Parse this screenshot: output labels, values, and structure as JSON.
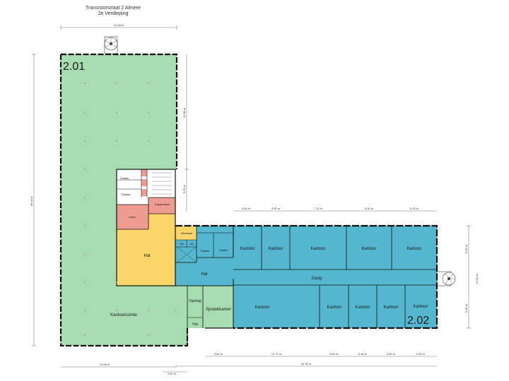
{
  "header": {
    "address": "Transistorstraat 2 Almere",
    "floor": "2e Verdieping"
  },
  "zones": {
    "zone1": "2.01",
    "zone2": "2.02"
  },
  "rooms": {
    "kantoorruimte": "Kantoorruimte",
    "hal_main": "Hal",
    "hal_mid": "Hal",
    "hal_small": "Hal",
    "toilet_1": "Toiletten",
    "toilet_2": "Toiletten",
    "toilet_3": "Toiletten",
    "toilet_4": "Toiletten",
    "liften": "Liften",
    "trappenhuis": "Trappenhuis",
    "werkkast": "Werkkast",
    "mk_1": "Mk",
    "mk_2": "Mk",
    "opslag": "Opslag",
    "spreekkamer": "Spreekkamer",
    "gang": "Gang",
    "kantoor_top_1": "Kantoor",
    "kantoor_top_2": "Kantoor",
    "kantoor_top_3": "Kantoor",
    "kantoor_top_4": "Kantoor",
    "kantoor_top_5": "Kantoor",
    "kantoor_bot_1": "Kantoor",
    "kantoor_bot_2": "Kantoor",
    "kantoor_bot_3": "Kantoor",
    "kantoor_bot_4": "Kantoor",
    "kantoor_bot_5": "Kantoor"
  },
  "dimensions": {
    "top_width": "14.45 m",
    "total_height": "36.94 m",
    "upper_right": "14.38 m",
    "mid_right": "5.29 m",
    "east_top_1": "3.50 m",
    "east_top_2": "3.50 m",
    "east_top_3": "7.10 m",
    "east_top_4": "5.30 m",
    "east_top_5": "5.33 m",
    "east_bot_1": "3.50 m",
    "east_bot_2": "10.71 m",
    "east_bot_3": "3.50 m",
    "east_bot_4": "3.48 m",
    "east_bot_5": "3.50 m",
    "east_bot_6": "3.53 m",
    "bottom_left": "10.08 m",
    "bottom_mid": "2.61 m",
    "bottom_total": "32.30 m",
    "right_upper": "5.34 m",
    "right_total": "12.60 m",
    "right_lower": "5.36 m"
  },
  "colors": {
    "green": "#a6dcb0",
    "blue": "#54b6cf",
    "yellow": "#f9d56a",
    "salmon": "#ee9c92",
    "wall": "#111111"
  }
}
